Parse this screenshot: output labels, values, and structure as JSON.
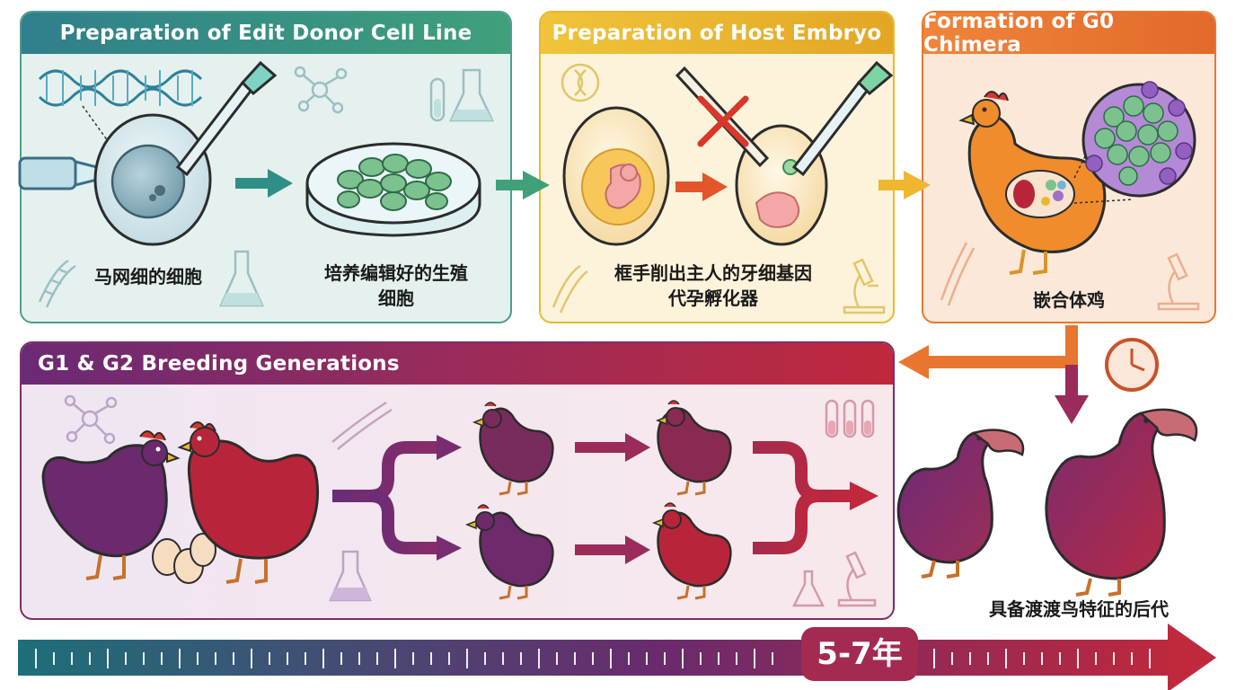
{
  "panels": {
    "donor": {
      "title": "Preparation of Edit Donor Cell Line",
      "caption_cell": "马网细的细胞",
      "caption_culture_line1": "培养编辑好的生殖",
      "caption_culture_line2": "细胞"
    },
    "host": {
      "title": "Preparation of Host Embryo",
      "caption_line1": "框手削出主人的牙细基因",
      "caption_line2": "代孕孵化器"
    },
    "chimera": {
      "title": "Formation of G0 Chimera",
      "caption": "嵌合体鸡"
    },
    "breeding": {
      "title": "G1 & G2 Breeding Generations"
    }
  },
  "result": {
    "caption": "具备渡渡鸟特征的后代"
  },
  "timeline": {
    "label": "5-7年"
  },
  "colors": {
    "donor_teal": "#2f8f86",
    "host_gold": "#e8b92e",
    "chimera_orange": "#e9762f",
    "breeding_purple": "#7b2d6e",
    "hen_purple": "#6a2a6d",
    "hen_red": "#b8253a",
    "timeline_start": "#1d6f7a",
    "timeline_end": "#c0283c"
  },
  "icons": [
    "dna-icon",
    "molecule-icon",
    "flask-icon",
    "test-tube-icon",
    "microscope-icon",
    "clock-icon",
    "cross-icon",
    "pipette-icon",
    "petri-dish-icon",
    "egg-icon",
    "hen-icon",
    "dodo-icon"
  ]
}
